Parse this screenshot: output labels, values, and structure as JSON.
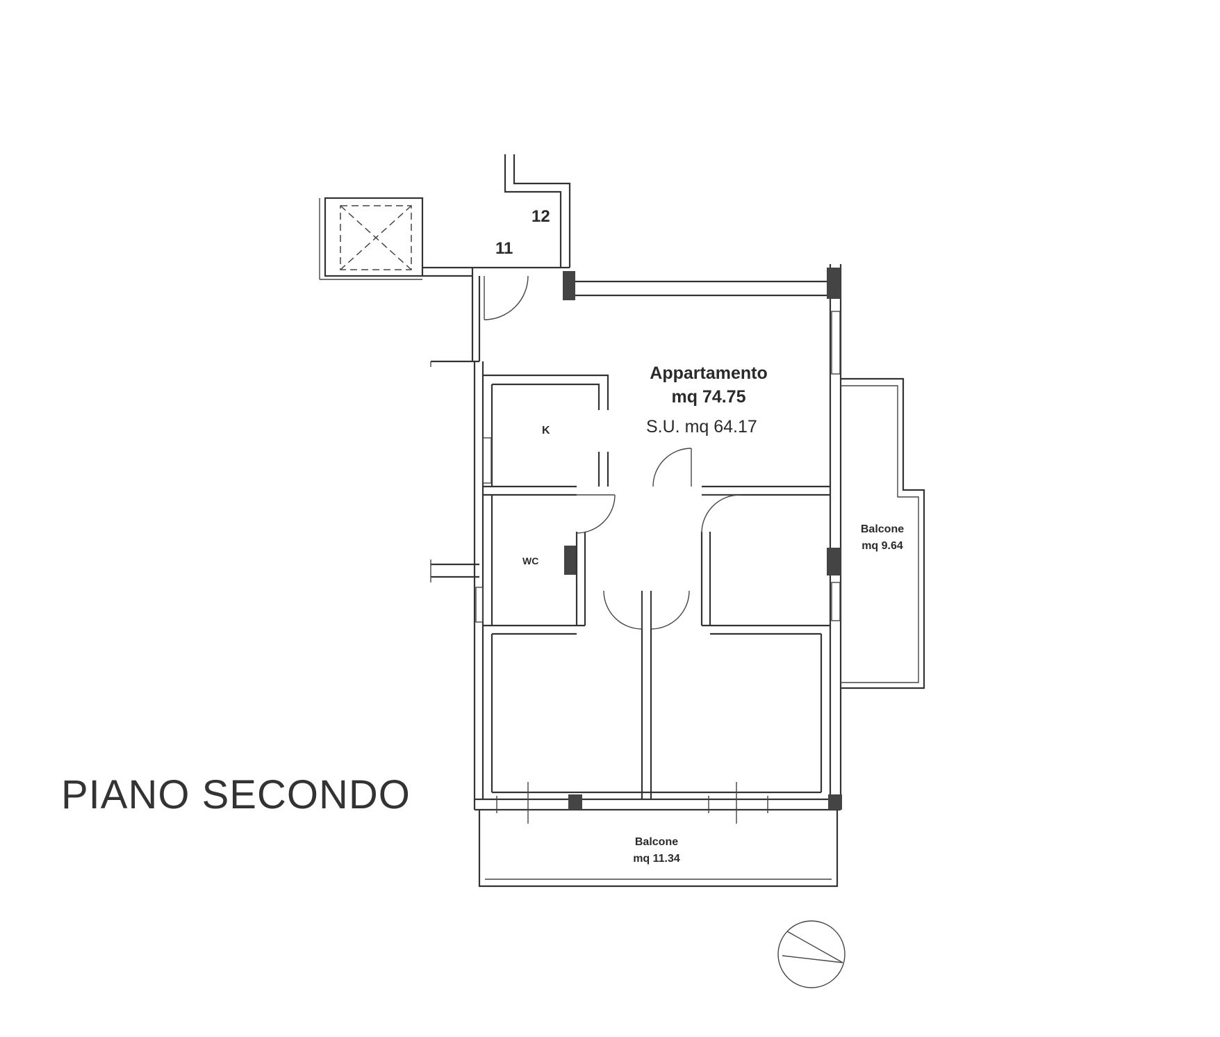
{
  "plan": {
    "floor_title": "PIANO SECONDO",
    "unit_numbers": [
      "12",
      "11"
    ],
    "apartment": {
      "name": "Appartamento",
      "area": "mq 74.75",
      "useful_area": "S.U. mq 64.17"
    },
    "rooms": {
      "kitchen": "K",
      "bathroom": "WC"
    },
    "balconies": [
      {
        "name": "Balcone",
        "area": "mq 9.64"
      },
      {
        "name": "Balcone",
        "area": "mq 11.34"
      }
    ]
  }
}
